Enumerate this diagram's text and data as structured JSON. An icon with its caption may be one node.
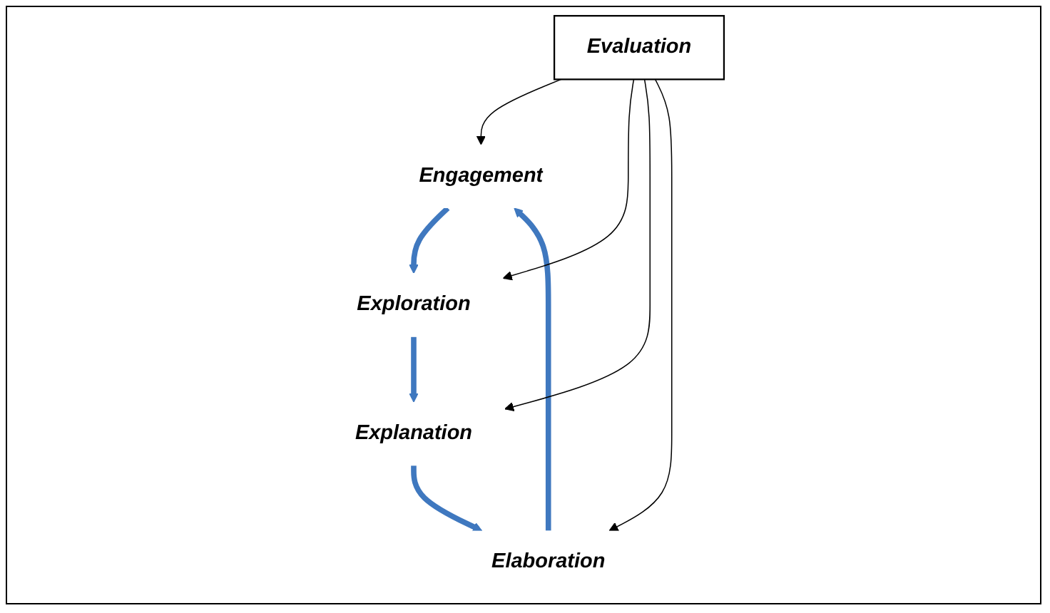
{
  "diagram": {
    "nodes": [
      {
        "text": [
          "Engagement"
        ]
      },
      {
        "text": [
          "Exploration"
        ]
      },
      {
        "text": [
          "Explanation"
        ]
      },
      {
        "text": [
          "Elaboration"
        ]
      },
      {
        "text": [
          "Evaluation"
        ]
      }
    ],
    "edges": [
      {
        "from": 3,
        "to": 0,
        "arrow": "to",
        "style": "thick",
        "color": "#3f78bf"
      },
      {
        "from": 0,
        "to": 1,
        "arrow": "to",
        "style": "thick",
        "color": "#3f78bf"
      },
      {
        "from": 1,
        "to": 2,
        "arrow": "to",
        "style": "thick",
        "color": "#3f78bf"
      },
      {
        "from": 2,
        "to": 3,
        "arrow": "to",
        "style": "thick",
        "color": "#3f78bf"
      },
      {
        "from": 4,
        "to": 0,
        "arrow": "to",
        "color": "#000000"
      },
      {
        "from": 4,
        "to": 1,
        "arrow": "to",
        "color": "#000000"
      },
      {
        "from": 4,
        "to": 2,
        "arrow": "to",
        "color": "#000000"
      },
      {
        "from": 4,
        "to": 3,
        "arrow": "to",
        "color": "#000000"
      }
    ]
  }
}
